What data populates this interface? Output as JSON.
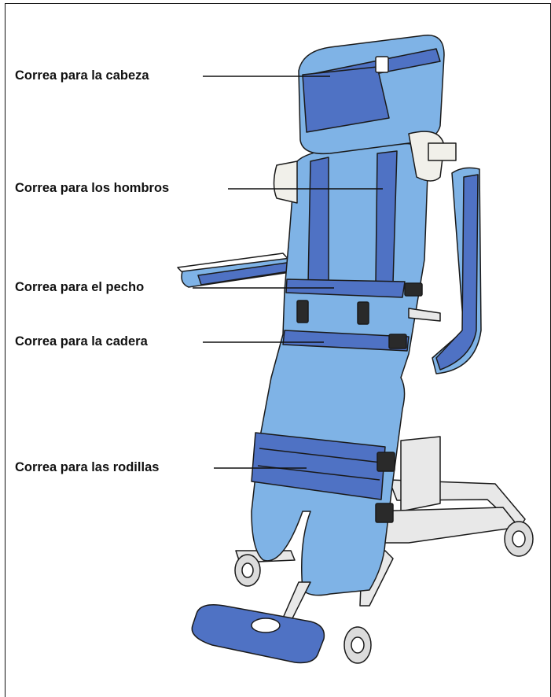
{
  "labels": {
    "head": "Correa para la cabeza",
    "shoulders": "Correa para los hombros",
    "chest": "Correa para el pecho",
    "hip": "Correa para la cadera",
    "knees": "Correa para las rodillas"
  },
  "colors": {
    "pad": "#7fb3e6",
    "strap": "#4f72c4",
    "outline": "#1a1a1a",
    "frame": "#e8e8e8",
    "buckle": "#2a2a2a"
  }
}
